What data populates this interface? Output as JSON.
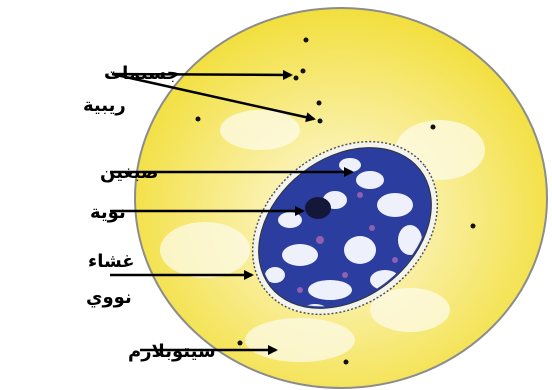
{
  "diagram": {
    "labels": {
      "ribosomes_line1": "جسيمات",
      "ribosomes_line2": "ريبية",
      "chromatin": "صبغين",
      "nucleolus": "نوية",
      "nuclear_membrane_line1": "غشاء",
      "nuclear_membrane_line2": "نووي",
      "cytoplasm": "سيتوبلازم"
    },
    "colors": {
      "cytoplasm_fill": "#f5e347",
      "cell_border": "#8c8c8c",
      "cytoplasm_pale": "#fbf6d6",
      "nucleus_blue": "#2b3d9e",
      "nucleus_light": "#eef0fb",
      "nucleolus": "#14163a",
      "arrow": "#000000"
    }
  }
}
